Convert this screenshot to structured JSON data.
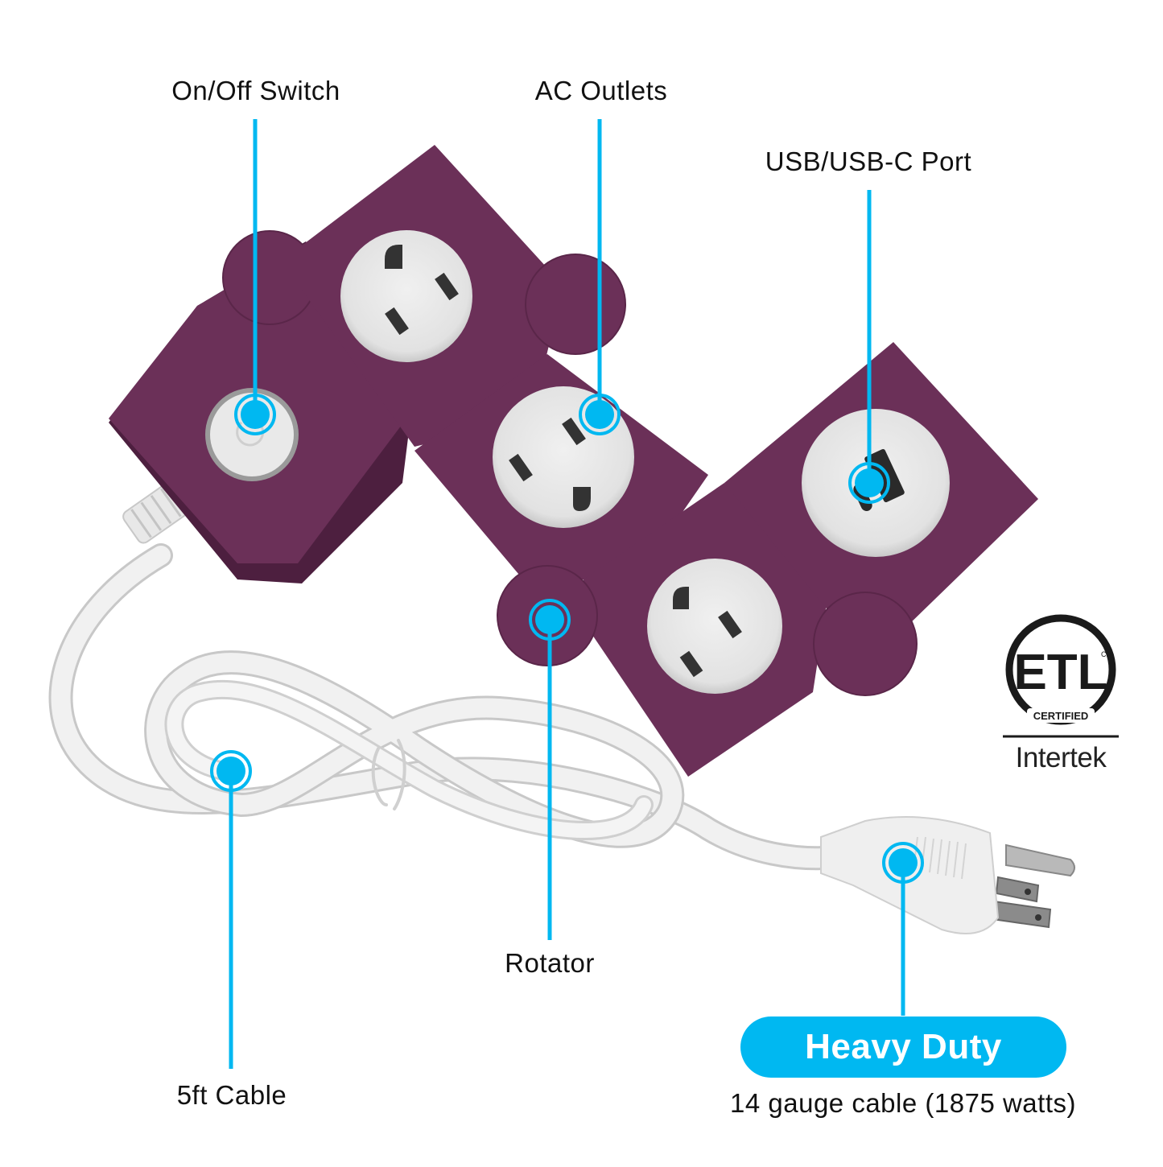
{
  "callouts": {
    "switch": "On/Off Switch",
    "outlets": "AC Outlets",
    "usb": "USB/USB-C Port",
    "rotator": "Rotator",
    "cable": "5ft Cable"
  },
  "feature": {
    "badge": "Heavy Duty",
    "detail": "14 gauge cable (1875 watts)"
  },
  "certification": {
    "mark": "ETL",
    "mark_sub": "CERTIFIED",
    "mark_cm": "CM",
    "lab": "Intertek"
  },
  "colors": {
    "accent": "#00b8f1",
    "body": "#6b3058",
    "face": "#e4e4e4",
    "cable": "#eeeeee"
  }
}
